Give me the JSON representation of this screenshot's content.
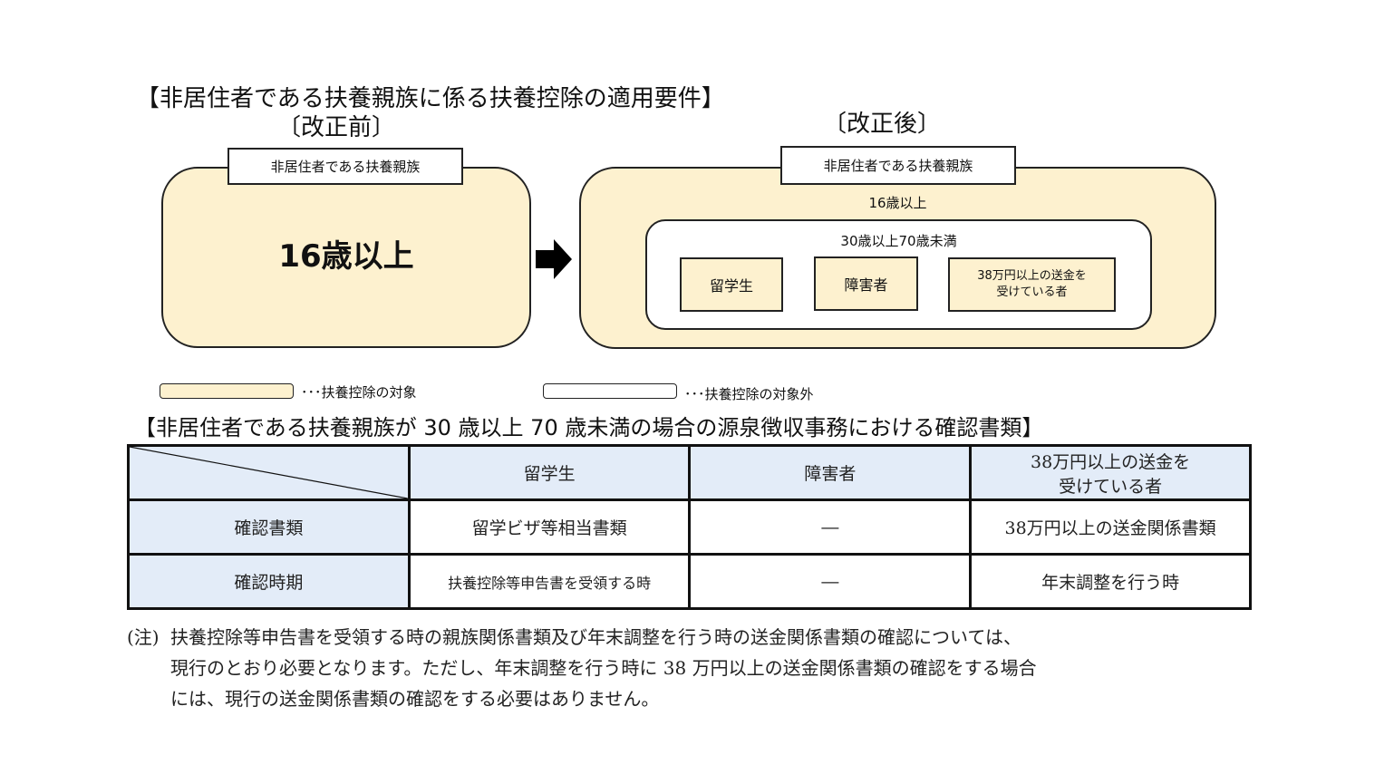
{
  "diagram": {
    "title": "【非居住者である扶養親族に係る扶養控除の適用要件】",
    "before": {
      "heading": "〔改正前〕",
      "group_label": "非居住者である扶養親族",
      "condition": "16歳以上"
    },
    "arrow_icon": "right-arrow",
    "after": {
      "heading": "〔改正後〕",
      "group_label": "非居住者である扶養親族",
      "outer_condition": "16歳以上",
      "inner_condition": "30歳以上70歳未満",
      "categories": [
        {
          "label": "留学生"
        },
        {
          "label": "障害者"
        },
        {
          "label_line1": "38万円以上の送金を",
          "label_line2": "受けている者"
        }
      ]
    },
    "legend": [
      {
        "swatch_color": "#fdf1cf",
        "text": "･･･扶養控除の対象"
      },
      {
        "swatch_color": "#ffffff",
        "text": "･･･扶養控除の対象外"
      }
    ]
  },
  "table": {
    "title": "【非居住者である扶養親族が 30 歳以上 70 歳未満の場合の源泉徴収事務における確認書類】",
    "header_color": "#e3ecf8",
    "columns": [
      "",
      "留学生",
      "障害者",
      "38万円以上の送金を\n受けている者"
    ],
    "column3_line1": "38万円以上の送金を",
    "column3_line2": "受けている者",
    "rows": [
      {
        "label": "確認書類",
        "cells": [
          "留学ビザ等相当書類",
          "―",
          "38万円以上の送金関係書類"
        ]
      },
      {
        "label": "確認時期",
        "cells": [
          "扶養控除等申告書を受領する時",
          "―",
          "年末調整を行う時"
        ]
      }
    ]
  },
  "note": {
    "mark": "(注)",
    "line1": "扶養控除等申告書を受領する時の親族関係書類及び年末調整を行う時の送金関係書類の確認については、",
    "line2": "現行のとおり必要となります。ただし、年末調整を行う時に 38 万円以上の送金関係書類の確認をする場合",
    "line3": "には、現行の送金関係書類の確認をする必要はありません。"
  }
}
